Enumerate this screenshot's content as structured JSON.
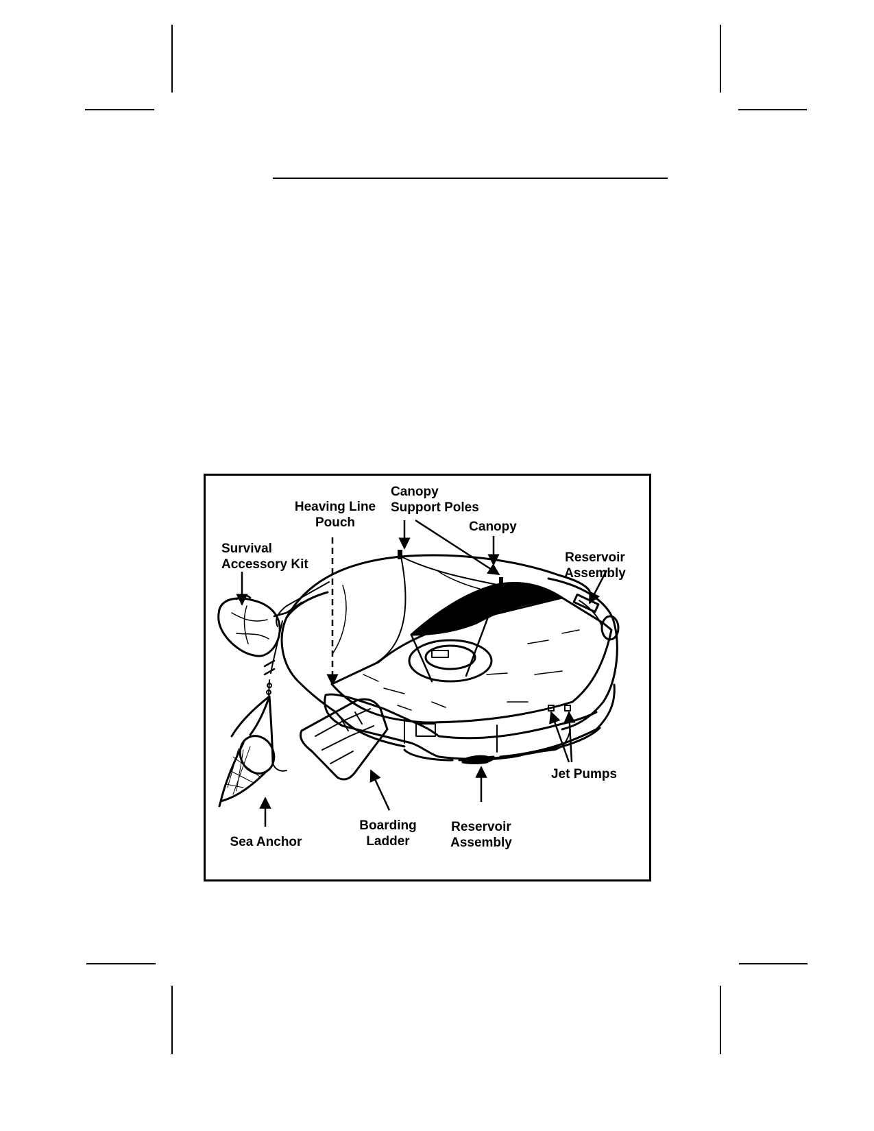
{
  "figure": {
    "labels": {
      "canopy_support_poles_1": "Canopy",
      "canopy_support_poles_2": "Support Poles",
      "heaving_line_pouch_1": "Heaving Line",
      "heaving_line_pouch_2": "Pouch",
      "canopy": "Canopy",
      "survival_kit_1": "Survival",
      "survival_kit_2": "Accessory Kit",
      "reservoir_top_1": "Reservoir",
      "reservoir_top_2": "Assembly",
      "jet_pumps": "Jet Pumps",
      "boarding_ladder_1": "Boarding",
      "boarding_ladder_2": "Ladder",
      "reservoir_bottom_1": "Reservoir",
      "reservoir_bottom_2": "Assembly",
      "sea_anchor": "Sea Anchor"
    }
  }
}
